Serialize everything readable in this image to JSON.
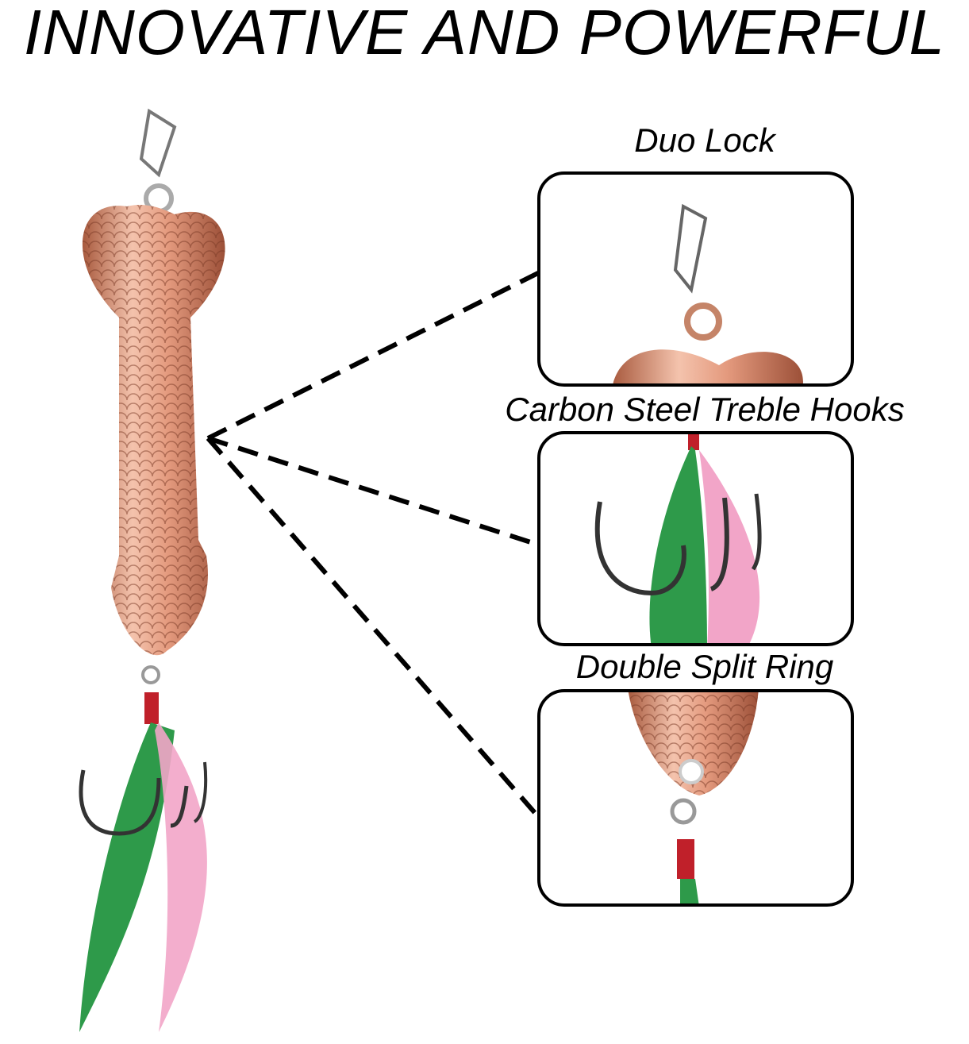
{
  "title": "INNOVATIVE AND POWERFUL",
  "callouts": [
    {
      "label": "Duo Lock",
      "icon": "snap-swivel-icon"
    },
    {
      "label": "Carbon Steel Treble Hooks",
      "icon": "treble-hook-icon"
    },
    {
      "label": "Double Split Ring",
      "icon": "split-ring-icon"
    }
  ],
  "colors": {
    "lure": "#e8a58c",
    "feather_green": "#2e9a4a",
    "feather_pink": "#f2a5c8",
    "thread": "#c0202a"
  }
}
